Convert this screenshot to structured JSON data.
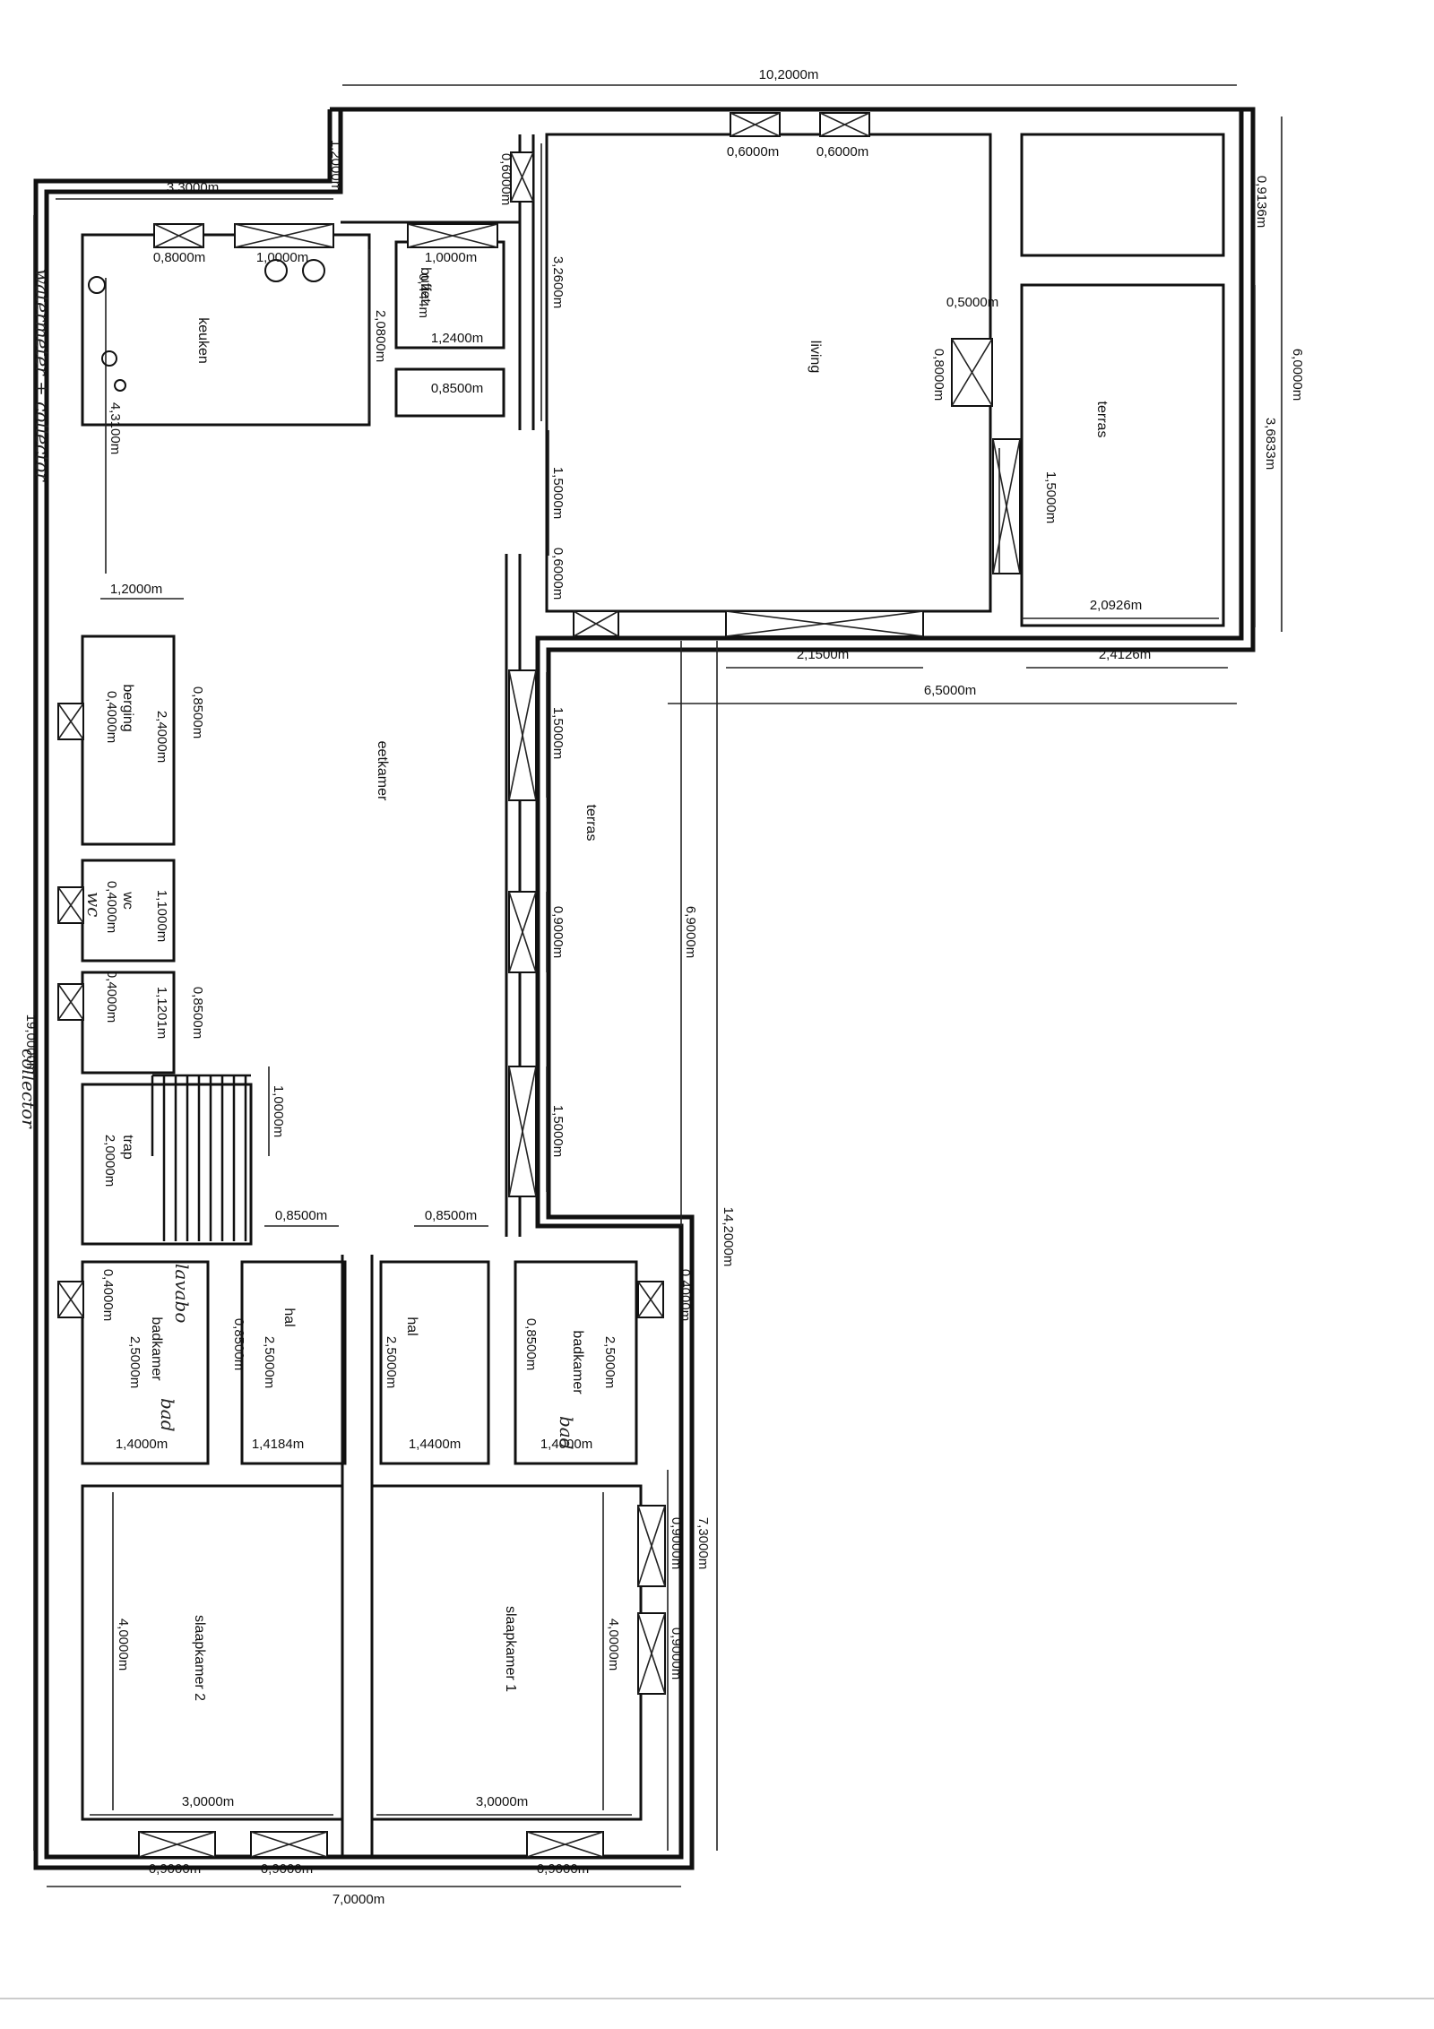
{
  "rooms": {
    "keuken": "keuken",
    "buffet": "buffet",
    "living": "living",
    "terras_top": "terras",
    "eetkamer": "eetkamer",
    "terras_side": "terras",
    "berging": "berging",
    "wc": "wc",
    "trap": "trap",
    "hal_left": "hal",
    "hal_right": "hal",
    "badkamer_left": "badkamer",
    "badkamer_right": "badkamer",
    "slaapkamer2": "slaapkamer 2",
    "slaapkamer1": "slaapkamer 1"
  },
  "dims": {
    "d_10_2": "10,2000m",
    "d_3_3": "3,3000m",
    "d_1_2_top": "1,2000m",
    "d_0_6_a": "0,6000m",
    "d_0_6_b": "0,6000m",
    "d_0_6_c": "0,6000m",
    "d_0_8_k": "0,8000m",
    "d_1_0_k": "1,0000m",
    "d_1_0_b": "1,0000m",
    "d_2_08": "2,0800m",
    "d_3_26": "3,2600m",
    "d_0_5": "0,5000m",
    "d_0_8_l": "0,8000m",
    "d_0_9136": "0,9136m",
    "d_6_0": "6,0000m",
    "d_3_6833": "3,6833m",
    "d_1_5_t": "1,5000m",
    "d_2_0926": "2,0926m",
    "d_2_4126": "2,4126m",
    "d_2_15": "2,1500m",
    "d_6_5": "6,5000m",
    "d_0_444": "0,444m",
    "d_1_24": "1,2400m",
    "d_0_85_b": "0,8500m",
    "d_4_31": "4,3100m",
    "d_1_5_l": "1,5000m",
    "d_0_6_l": "0,6000m",
    "d_1_2_k": "1,2000m",
    "d_0_85_be": "0,8500m",
    "d_2_4": "2,4000m",
    "d_0_4_be": "0,4000m",
    "d_1_5_te1": "1,5000m",
    "d_0_9_te": "0,9000m",
    "d_1_5_te2": "1,5000m",
    "d_6_9": "6,9000m",
    "d_1_1": "1,1000m",
    "d_0_4_wc": "0,4000m",
    "d_0_4_wc2": "0,4000m",
    "d_1_1201": "1,1201m",
    "d_0_85_wc": "0,8500m",
    "d_19": "19,0000m",
    "d_1_0_tr": "1,0000m",
    "d_2_0_tr": "2,0000m",
    "d_0_85_h1": "0,8500m",
    "d_0_85_h2": "0,8500m",
    "d_14_2": "14,2000m",
    "d_0_4_r": "0,4000m",
    "d_0_4_bl": "0,4000m",
    "d_2_5_bl": "2,5000m",
    "d_0_85_bl": "0,8500m",
    "d_2_5_hl": "2,5000m",
    "d_2_5_hr": "2,5000m",
    "d_0_85_br": "0,8500m",
    "d_2_5_br": "2,5000m",
    "d_1_4_bl": "1,4000m",
    "d_1_4184": "1,4184m",
    "d_1_44": "1,4400m",
    "d_1_4_br": "1,4000m",
    "d_7_3": "7,3000m",
    "d_0_9_s1": "0,9000m",
    "d_0_9_s2": "0,9000m",
    "d_4_0_s2": "4,0000m",
    "d_4_0_s1": "4,0000m",
    "d_3_0_s2": "3,0000m",
    "d_3_0_s1": "3,0000m",
    "d_0_9_b1": "0,9000m",
    "d_0_9_b2": "0,9000m",
    "d_0_9_b3": "0,9000m",
    "d_7_0": "7,0000m"
  },
  "notes": {
    "watermeter": "watermeter + collector",
    "collector": "collector",
    "keuken_hand": "lavabo",
    "wc_hand": "wc",
    "bad_hand_left": "bad",
    "bad_hand_right": "bad"
  }
}
